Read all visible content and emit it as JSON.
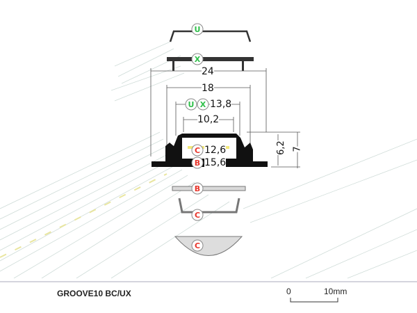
{
  "product": {
    "name": "GROOVE10 BC/UX"
  },
  "dimensions": {
    "total_width": "24",
    "inner_width": "18",
    "ux_width": "13,8",
    "channel_width": "10,2",
    "c_width": "12,6",
    "b_width": "15,6",
    "height_inner": "6,2",
    "height_total": "7"
  },
  "markers": {
    "u": "U",
    "x": "X",
    "c": "C",
    "b": "B"
  },
  "colors": {
    "green_marker": "#2fbf4a",
    "red_marker": "#e8352b",
    "profile": "#111111",
    "cover": "#d9d9d9"
  },
  "scale": {
    "zero": "0",
    "ten": "10mm"
  }
}
